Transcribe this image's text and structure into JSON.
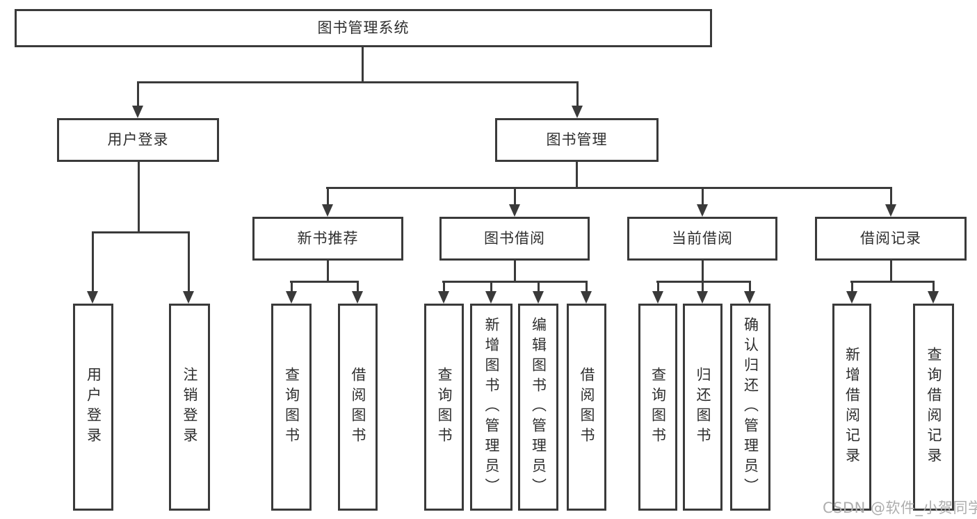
{
  "diagram": {
    "type": "hierarchy-tree",
    "watermark": "CSDN @软件_小贺同学",
    "colors": {
      "background": "#ffffff",
      "line": "#3a3a3a",
      "text": "#2e2e2e",
      "watermark": "#aeaeae"
    },
    "tree": {
      "label": "图书管理系统",
      "children": [
        {
          "label": "用户登录",
          "children": [
            {
              "label": "用户登录"
            },
            {
              "label": "注销登录"
            }
          ]
        },
        {
          "label": "图书管理",
          "children": [
            {
              "label": "新书推荐",
              "children": [
                {
                  "label": "查询图书"
                },
                {
                  "label": "借阅图书"
                }
              ]
            },
            {
              "label": "图书借阅",
              "children": [
                {
                  "label": "查询图书"
                },
                {
                  "label": "新增图书（管理员）"
                },
                {
                  "label": "编辑图书（管理员）"
                },
                {
                  "label": "借阅图书"
                }
              ]
            },
            {
              "label": "当前借阅",
              "children": [
                {
                  "label": "查询图书"
                },
                {
                  "label": "归还图书"
                },
                {
                  "label": "确认归还（管理员）"
                }
              ]
            },
            {
              "label": "借阅记录",
              "children": [
                {
                  "label": "新增借阅记录"
                },
                {
                  "label": "查询借阅记录"
                }
              ]
            }
          ]
        }
      ]
    }
  }
}
